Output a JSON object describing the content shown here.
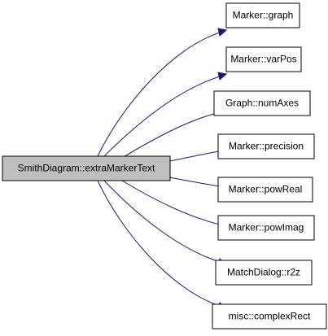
{
  "diagram": {
    "root": {
      "label": "SmithDiagram::extraMarkerText"
    },
    "callees": [
      {
        "label": "Marker::graph"
      },
      {
        "label": "Marker::varPos"
      },
      {
        "label": "Graph::numAxes"
      },
      {
        "label": "Marker::precision"
      },
      {
        "label": "Marker::powReal"
      },
      {
        "label": "Marker::powImag"
      },
      {
        "label": "MatchDialog::r2z"
      },
      {
        "label": "misc::complexRect"
      }
    ],
    "colors": {
      "edge": "#191970",
      "root_fill": "#bfbfbf",
      "node_fill": "#ffffff",
      "node_border": "#000000"
    }
  }
}
